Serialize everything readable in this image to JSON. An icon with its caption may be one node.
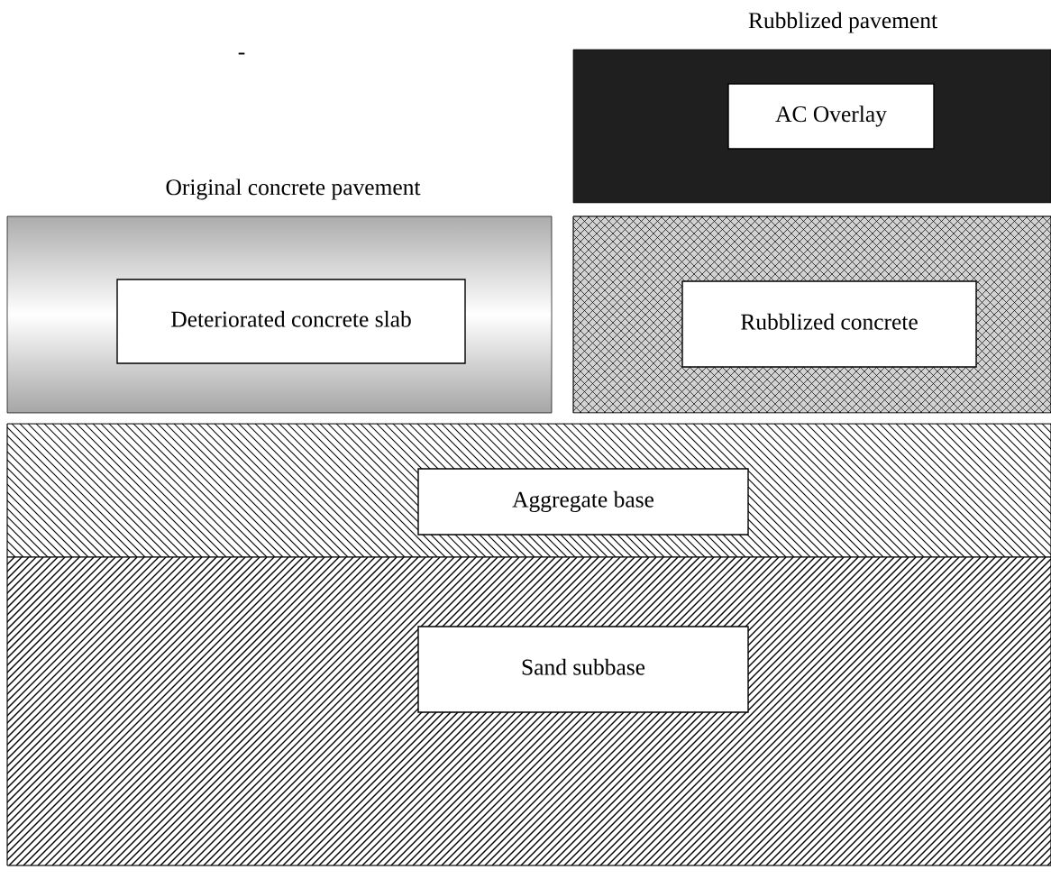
{
  "diagram": {
    "nodes": [
      {
        "text": [],
        "shape": "box"
      },
      {
        "text": [
          "AC Overlay"
        ],
        "in": 0
      },
      {
        "text": [],
        "shape": "box"
      },
      {
        "text": [
          "Deteriorated concrete slab"
        ],
        "in": 2
      },
      {
        "text": [],
        "shape": "box"
      },
      {
        "text": [
          "Rubblized concrete"
        ],
        "in": 4
      },
      {
        "text": [],
        "shape": "box"
      },
      {
        "text": [
          "Aggregate base"
        ],
        "in": 6
      },
      {
        "text": [],
        "shape": "box"
      },
      {
        "text": [
          "Sand subbase"
        ],
        "in": 8
      }
    ],
    "labels": [
      "Rubblized pavement",
      "-",
      "Original concrete pavement"
    ]
  }
}
